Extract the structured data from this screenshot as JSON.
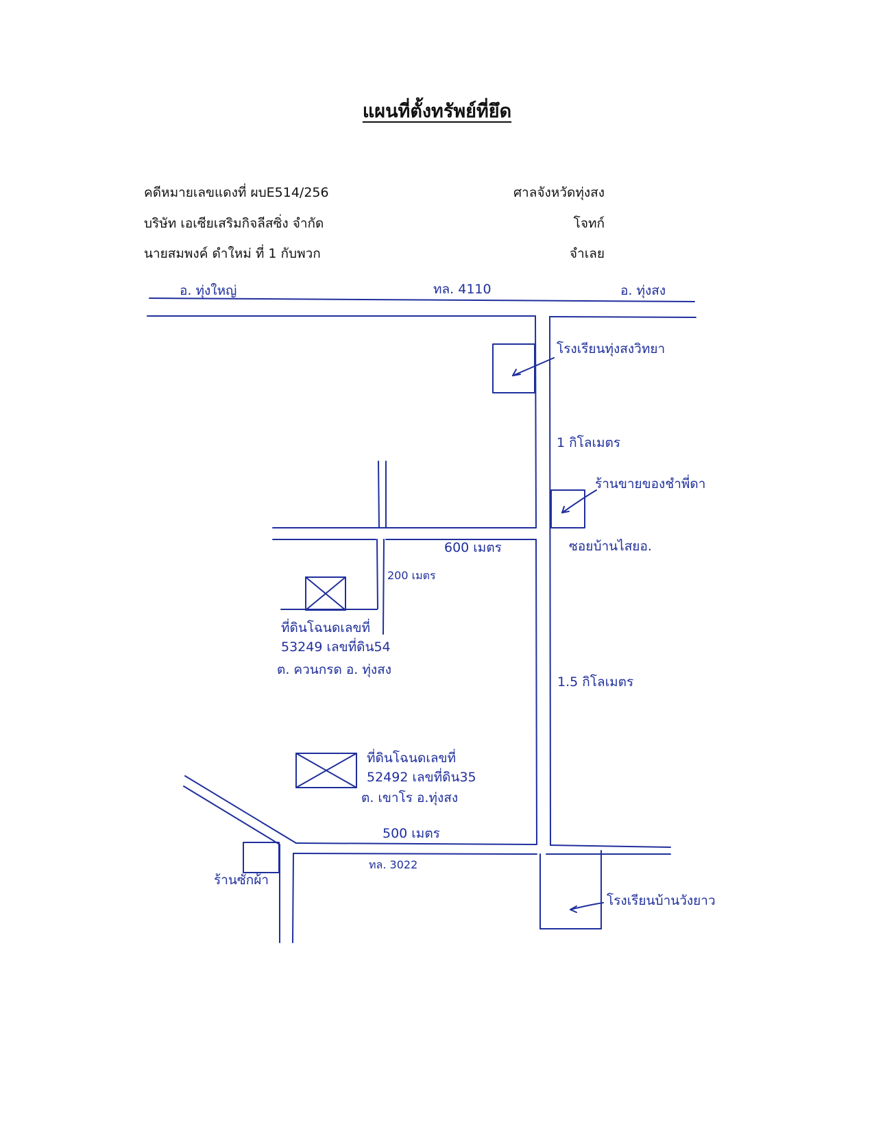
{
  "document": {
    "title": "แผนที่ตั้งทรัพย์ที่ยึด",
    "case_number": "คดีหมายเลขแดงที่ ผบE514/256",
    "court": "ศาลจังหวัดทุ่งสง",
    "plaintiff_name": "บริษัท เอเซียเสริมกิจลีสซิ่ง จำกัด",
    "plaintiff_role": "โจทก์",
    "defendant_name": "นายสมพงค์ ดำใหม่ ที่ 1 กับพวก",
    "defendant_role": "จำเลย"
  },
  "map": {
    "ink_color": "#1f2f9c",
    "top_road": {
      "left_direction": "อ. ทุ่งใหญ่",
      "road_name": "ทล. 4110",
      "right_direction": "อ. ทุ่งสง"
    },
    "landmarks": {
      "school_top": "โรงเรียนทุ่งสงวิทยา",
      "distance_1km": "1 กิโลเมตร",
      "shop_top": "ร้านขายของชำพี่ดา",
      "soi": "ซอยบ้านไสยอ.",
      "distance_600m": "600 เมตร",
      "distance_200m": "200 เมตร",
      "distance_15km": "1.5 กิโลเมตร",
      "distance_500m": "500 เมตร",
      "road_bottom": "ทล. 3022",
      "shop_bottom": "ร้านซักผ้า",
      "school_bottom": "โรงเรียนบ้านวังยาว"
    },
    "plots": [
      {
        "line1": "ที่ดินโฉนดเลขที่",
        "line2": "53249 เลขที่ดิน54",
        "line3": "ต. ควนกรด อ. ทุ่งสง"
      },
      {
        "line1": "ที่ดินโฉนดเลขที่",
        "line2": "52492 เลขที่ดิน35",
        "line3": "ต. เขาโร อ.ทุ่งสง"
      }
    ]
  }
}
